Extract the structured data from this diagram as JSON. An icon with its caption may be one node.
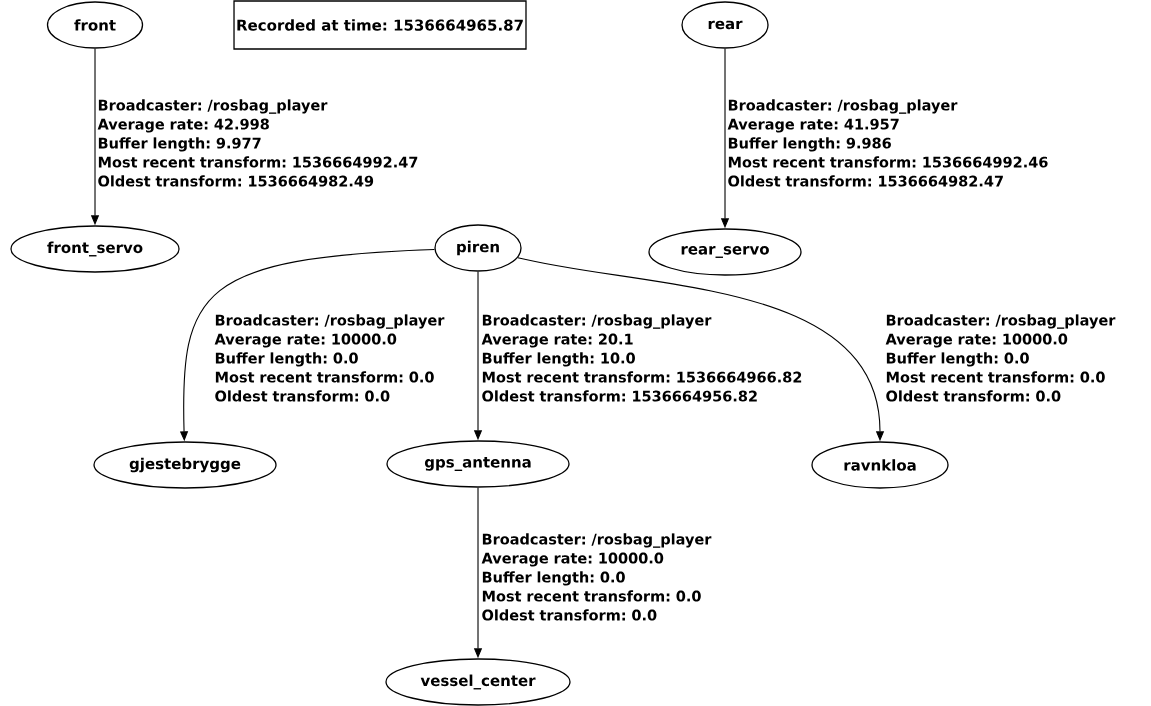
{
  "diagram": {
    "nodes": [
      {
        "text": [
          "front"
        ]
      },
      {
        "text": [
          "Recorded at time: 1536664965.87"
        ]
      },
      {
        "text": [
          "rear"
        ]
      },
      {
        "text": [
          "front_servo"
        ]
      },
      {
        "text": [
          "piren"
        ]
      },
      {
        "text": [
          "rear_servo"
        ]
      },
      {
        "text": [
          "gjestebrygge"
        ]
      },
      {
        "text": [
          "gps_antenna"
        ]
      },
      {
        "text": [
          "ravnkloa"
        ]
      },
      {
        "text": [
          "vessel_center"
        ]
      }
    ],
    "edges": [
      {
        "from": 0,
        "to": 3,
        "arrow": "to",
        "label": "Broadcaster: /rosbag_player Average rate: 42.998 Buffer length: 9.977 Most recent transform: 1536664992.47 Oldest transform: 1536664982.49"
      },
      {
        "from": 2,
        "to": 5,
        "arrow": "to",
        "label": "Broadcaster: /rosbag_player Average rate: 41.957 Buffer length: 9.986 Most recent transform: 1536664992.46 Oldest transform: 1536664982.47"
      },
      {
        "from": 4,
        "to": 6,
        "arrow": "to",
        "label": "Broadcaster: /rosbag_player Average rate: 10000.0 Buffer length: 0.0 Most recent transform: 0.0 Oldest transform: 0.0"
      },
      {
        "from": 4,
        "to": 7,
        "arrow": "to",
        "label": "Broadcaster: /rosbag_player Average rate: 20.1 Buffer length: 10.0 Most recent transform: 1536664966.82 Oldest transform: 1536664956.82"
      },
      {
        "from": 4,
        "to": 8,
        "arrow": "to",
        "label": "Broadcaster: /rosbag_player Average rate: 10000.0 Buffer length: 0.0 Most recent transform: 0.0 Oldest transform: 0.0"
      },
      {
        "from": 7,
        "to": 9,
        "arrow": "to",
        "label": "Broadcaster: /rosbag_player Average rate: 10000.0 Buffer length: 0.0 Most recent transform: 0.0 Oldest transform: 0.0"
      }
    ]
  }
}
